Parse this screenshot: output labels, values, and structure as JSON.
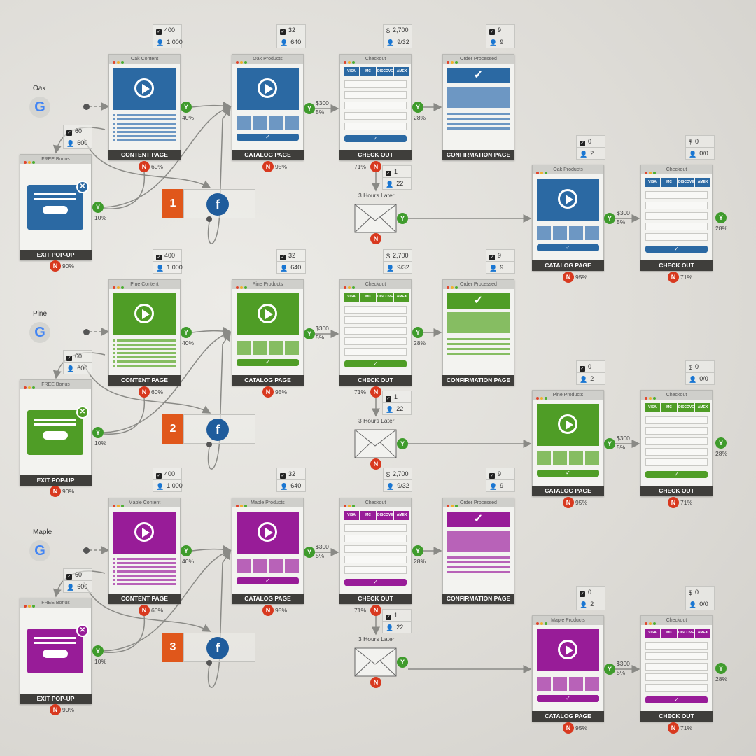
{
  "badges": {
    "yes": "Y",
    "no": "N"
  },
  "colors": {
    "yes": "#3f9b2c",
    "no": "#d8391f",
    "retarget": "#e0571b",
    "facebook": "#1f5c9c",
    "frame_bar": "#3f3e3b"
  },
  "source_icon_letter": "G",
  "cards": [
    "VISA",
    "MC",
    "DISCOVER",
    "AMEX"
  ],
  "funnels": [
    {
      "name": "Oak",
      "color": "#2b69a3",
      "light": "#6d97c3",
      "retarget_number": "1",
      "content": {
        "title": "Oak Content",
        "label": "CONTENT PAGE",
        "stats": [
          "400",
          "1,000"
        ],
        "yes": "40%",
        "no": "60%"
      },
      "popup": {
        "title": "FREE Bonus",
        "label": "EXIT POP-UP",
        "stats": [
          "60",
          "600"
        ],
        "yes": "10%",
        "no": "90%"
      },
      "catalog": {
        "title": "Oak Products",
        "label": "CATALOG PAGE",
        "stats": [
          "32",
          "640"
        ],
        "no": "95%",
        "yes_value": "$300",
        "yes": "5%"
      },
      "checkout": {
        "title": "Checkout",
        "label": "CHECK OUT",
        "stats": [
          "2,700",
          "9/32"
        ],
        "no": "71%",
        "yes": "28%"
      },
      "confirm": {
        "title": "Order Processed",
        "label": "CONFIRMATION PAGE",
        "stats": [
          "9",
          "9"
        ]
      },
      "email": {
        "delay": "3 Hours Later",
        "stats": [
          "1",
          "22"
        ]
      },
      "catalog2": {
        "title": "Oak Products",
        "label": "CATALOG PAGE",
        "stats": [
          "0",
          "2"
        ],
        "no": "95%",
        "yes_value": "$300",
        "yes": "5%"
      },
      "checkout2": {
        "title": "Checkout",
        "label": "CHECK OUT",
        "stats": [
          "0",
          "0/0"
        ],
        "no": "71%",
        "yes": "28%"
      }
    },
    {
      "name": "Pine",
      "color": "#4f9d26",
      "light": "#86bd62",
      "retarget_number": "2",
      "content": {
        "title": "Pine Content",
        "label": "CONTENT PAGE",
        "stats": [
          "400",
          "1,000"
        ],
        "yes": "40%",
        "no": "60%"
      },
      "popup": {
        "title": "FREE Bonus",
        "label": "EXIT POP-UP",
        "stats": [
          "60",
          "600"
        ],
        "yes": "10%",
        "no": "90%"
      },
      "catalog": {
        "title": "Pine Products",
        "label": "CATALOG PAGE",
        "stats": [
          "32",
          "640"
        ],
        "no": "95%",
        "yes_value": "$300",
        "yes": "5%"
      },
      "checkout": {
        "title": "Checkout",
        "label": "CHECK OUT",
        "stats": [
          "2,700",
          "9/32"
        ],
        "no": "71%",
        "yes": "28%"
      },
      "confirm": {
        "title": "Order Processed",
        "label": "CONFIRMATION PAGE",
        "stats": [
          "9",
          "9"
        ]
      },
      "email": {
        "delay": "3 Hours Later",
        "stats": [
          "1",
          "22"
        ]
      },
      "catalog2": {
        "title": "Pine Products",
        "label": "CATALOG PAGE",
        "stats": [
          "0",
          "2"
        ],
        "no": "95%",
        "yes_value": "$300",
        "yes": "5%"
      },
      "checkout2": {
        "title": "Checkout",
        "label": "CHECK OUT",
        "stats": [
          "0",
          "0/0"
        ],
        "no": "71%",
        "yes": "28%"
      }
    },
    {
      "name": "Maple",
      "color": "#981c98",
      "light": "#b862b8",
      "retarget_number": "3",
      "content": {
        "title": "Maple Content",
        "label": "CONTENT PAGE",
        "stats": [
          "400",
          "1,000"
        ],
        "yes": "40%",
        "no": "60%"
      },
      "popup": {
        "title": "FREE Bonus",
        "label": "EXIT POP-UP",
        "stats": [
          "60",
          "600"
        ],
        "yes": "10%",
        "no": "90%"
      },
      "catalog": {
        "title": "Maple Products",
        "label": "CATALOG PAGE",
        "stats": [
          "32",
          "640"
        ],
        "no": "95%",
        "yes_value": "$300",
        "yes": "5%"
      },
      "checkout": {
        "title": "Checkout",
        "label": "CHECK OUT",
        "stats": [
          "2,700",
          "9/32"
        ],
        "no": "71%",
        "yes": "28%"
      },
      "confirm": {
        "title": "Order Processed",
        "label": "CONFIRMATION PAGE",
        "stats": [
          "9",
          "9"
        ]
      },
      "email": {
        "delay": "3 Hours Later",
        "stats": [
          "1",
          "22"
        ]
      },
      "catalog2": {
        "title": "Maple Products",
        "label": "CATALOG PAGE",
        "stats": [
          "0",
          "2"
        ],
        "no": "95%",
        "yes_value": "$300",
        "yes": "5%"
      },
      "checkout2": {
        "title": "Checkout",
        "label": "CHECK OUT",
        "stats": [
          "0",
          "0/0"
        ],
        "no": "71%",
        "yes": "28%"
      }
    }
  ]
}
